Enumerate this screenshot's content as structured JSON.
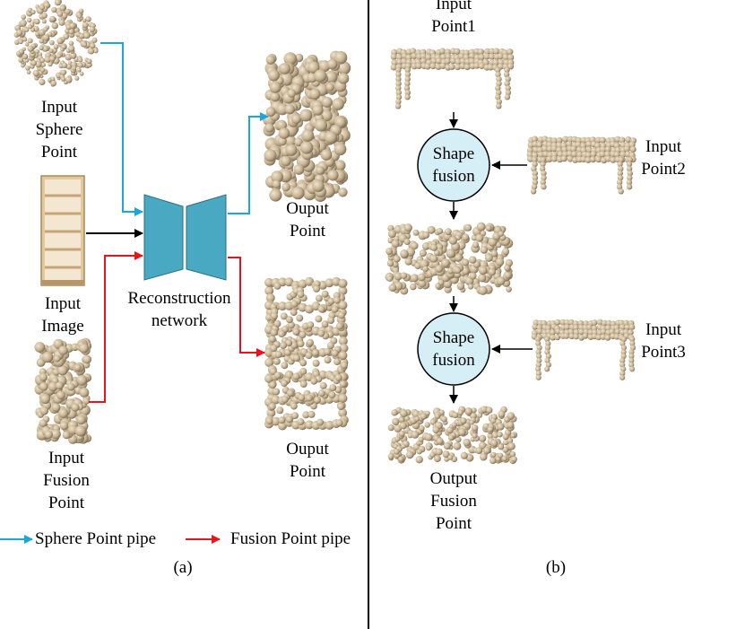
{
  "panel_a": {
    "input_sphere_label": [
      "Input",
      "Sphere",
      "Point"
    ],
    "input_image_label": [
      "Input",
      "Image"
    ],
    "input_fusion_label": [
      "Input",
      "Fusion",
      "Point"
    ],
    "network_label": [
      "Reconstruction",
      "network"
    ],
    "output_top_label": [
      "Ouput",
      "Point"
    ],
    "output_bottom_label": [
      "Ouput",
      "Point"
    ],
    "legend": {
      "sphere_pipe": "Sphere Point pipe",
      "fusion_pipe": "Fusion Point pipe"
    },
    "caption": "(a)"
  },
  "panel_b": {
    "input_point1_label": [
      "Input",
      "Point1"
    ],
    "input_point2_label": [
      "Input",
      "Point2"
    ],
    "input_point3_label": [
      "Input",
      "Point3"
    ],
    "shape_fusion_1": [
      "Shape",
      "fusion"
    ],
    "shape_fusion_2": [
      "Shape",
      "fusion"
    ],
    "output_label": [
      "Output",
      "Fusion",
      "Point"
    ],
    "caption": "(b)"
  },
  "colors": {
    "sphere_pipe": "#1aa7e0",
    "fusion_pipe": "#e8141b",
    "image_pipe": "#000000",
    "network": "#4aa9c2",
    "fusion_node": "#d6eef5",
    "point": "#c9b69a"
  }
}
